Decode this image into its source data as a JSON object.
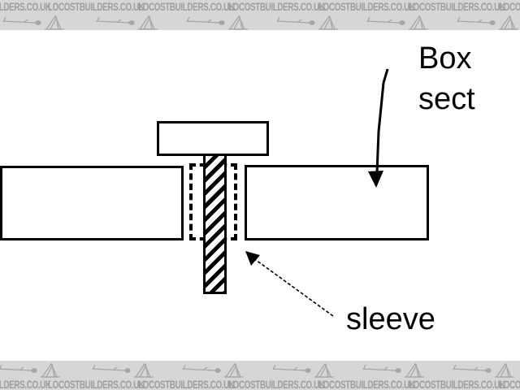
{
  "watermark": {
    "text": "LOCOSTBUILDERS.CO.UK",
    "background_color": "#d6d6d6",
    "text_color": "#9e9e9e",
    "car_icon": "kit-car-sketch"
  },
  "diagram": {
    "background_color": "#ffffff",
    "line_color": "#000000",
    "box_sect_label": {
      "line1": "Box",
      "line2": "sect"
    },
    "sleeve_label": "sleeve"
  }
}
